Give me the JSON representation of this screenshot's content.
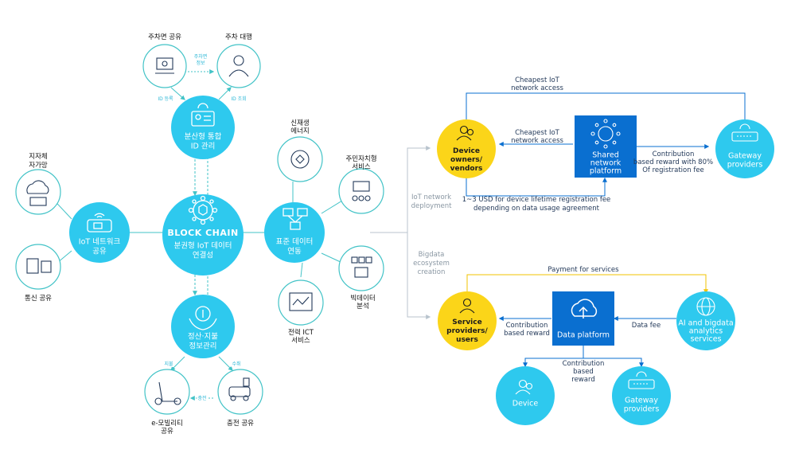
{
  "colors": {
    "cyan": "#2ec9ee",
    "cyan_dark": "#17a9d6",
    "teal_line": "#42c3c7",
    "yellow": "#fbd519",
    "blue_box": "#0a6fd0",
    "navy_text": "#243a5a",
    "gray_text": "#8a97a3"
  },
  "left": {
    "center": {
      "title": "BLOCK CHAIN",
      "line1": "분권형 IoT 데이터",
      "line2": "연결성"
    },
    "id_hub": {
      "line1": "분산형 통합",
      "line2": "ID 관리"
    },
    "iot_hub": {
      "line1": "IoT 네트워크",
      "line2": "공유"
    },
    "settle_hub": {
      "line1": "정산·지불",
      "line2": "정보관리"
    },
    "std_hub": {
      "line1": "표준 데이터",
      "line2": "연동"
    },
    "parking_share": "주차면 공유",
    "parking_valet": "주차 대행",
    "parking_info_1": "주차면",
    "parking_info_2": "정보",
    "id_register": "ID 등록",
    "id_lookup": "ID 조회",
    "local_gov_1": "지자체",
    "local_gov_2": "자가망",
    "telecom_share": "통신 공유",
    "renewable_1": "신재생",
    "renewable_2": "에너지",
    "resident_1": "주민자치형",
    "resident_2": "서비스",
    "bigdata_1": "빅데이터",
    "bigdata_2": "분석",
    "power_1": "전력 ICT",
    "power_2": "서비스",
    "pay": "지불",
    "receive": "수취",
    "charge": "충전",
    "emobility_1": "e-모빌리티",
    "emobility_2": "공유",
    "charge_share": "충전 공유"
  },
  "mid": {
    "iot_deploy_1": "IoT network",
    "iot_deploy_2": "deployment",
    "bigdata_eco_1": "Bigdata",
    "bigdata_eco_2": "ecosystem",
    "bigdata_eco_3": "creation"
  },
  "top_right": {
    "device_owners_1": "Device",
    "device_owners_2": "owners/",
    "device_owners_3": "vendors",
    "shared_1": "Shared",
    "shared_2": "network",
    "shared_3": "platform",
    "gateway_1": "Gateway",
    "gateway_2": "providers",
    "cheapest_top_1": "Cheapest IoT",
    "cheapest_top_2": "network access",
    "cheapest_mid_1": "Cheapest IoT",
    "cheapest_mid_2": "network access",
    "contrib_1": "Contribution",
    "contrib_2": "based reward with 80%",
    "contrib_3": "Of registration fee",
    "fee_1": "1~3 USD for device lifetime registration fee",
    "fee_2": "depending on data usage agreement"
  },
  "bottom_right": {
    "payment": "Payment for services",
    "service_1": "Service",
    "service_2": "providers/",
    "service_3": "users",
    "data_platform": "Data platform",
    "ai_1": "AI and bigdata",
    "ai_2": "analytics",
    "ai_3": "services",
    "reward_left_1": "Contribution",
    "reward_left_2": "based reward",
    "data_fee": "Data fee",
    "reward_bottom_1": "Contribution",
    "reward_bottom_2": "based",
    "reward_bottom_3": "reward",
    "device": "Device",
    "gateway_1": "Gateway",
    "gateway_2": "providers"
  }
}
